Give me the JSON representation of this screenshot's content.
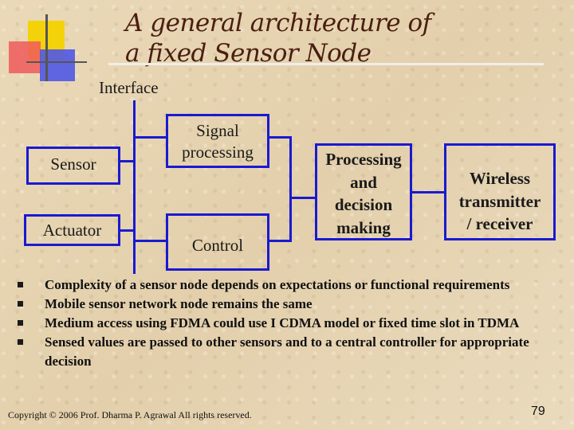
{
  "title": {
    "line1": "A general architecture of",
    "line2": "a fixed Sensor Node"
  },
  "diagram": {
    "interface": "Interface",
    "sensor": "Sensor",
    "actuator": "Actuator",
    "signal_processing_line1": "Signal",
    "signal_processing_line2": "processing",
    "control": "Control",
    "processing_line1": "Processing",
    "processing_line2": "and",
    "processing_line3": "decision",
    "processing_line4": "making",
    "wireless_line1": "Wireless",
    "wireless_line2": "transmitter",
    "wireless_line3": "/ receiver",
    "line_color": "#1a1ad0"
  },
  "bullets": [
    "Complexity of a sensor node depends on expectations or functional requirements",
    "Mobile sensor network node remains the same",
    "Medium access using FDMA could use I CDMA model or fixed time slot in TDMA",
    "Sensed values are passed to other sensors and to a central controller for appropriate decision"
  ],
  "footer": {
    "copyright": "Copyright © 2006 Prof. Dharma P. Agrawal All rights reserved.",
    "page_number": "79"
  },
  "colors": {
    "title": "#4a1e10",
    "logo_yellow": "#f4d20a",
    "logo_red": "#f04a4a",
    "logo_blue": "#4a52e6"
  }
}
